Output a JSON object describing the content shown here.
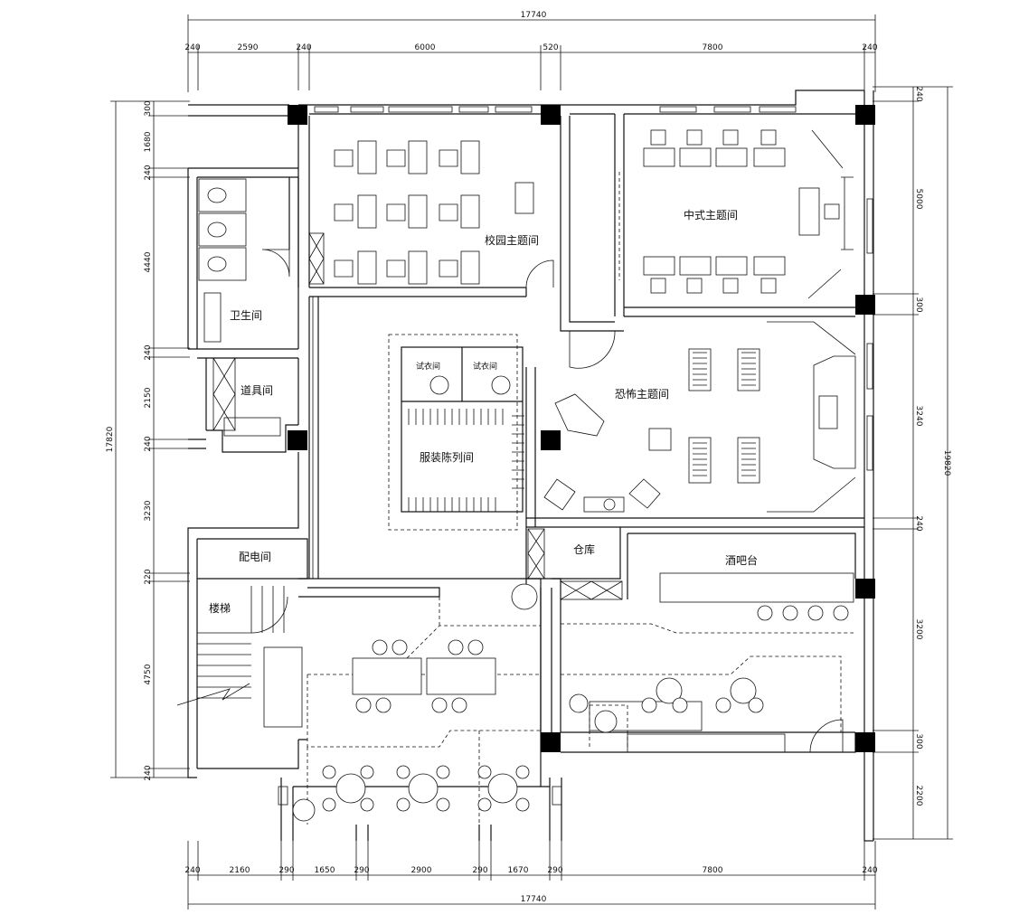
{
  "rooms": {
    "campus": "校园主题间",
    "chinese": "中式主题间",
    "toilet": "卫生间",
    "props": "道具间",
    "horror": "恐怖主题间",
    "costume": "服装陈列间",
    "power": "配电间",
    "storage": "仓库",
    "bar": "酒吧台",
    "stairs": "楼梯",
    "fitting": "试衣间"
  },
  "dimensions": {
    "top_total": "17740",
    "bottom_total": "17740",
    "top_segments": [
      "240",
      "2590",
      "240",
      "6000",
      "520",
      "7800",
      "240"
    ],
    "bottom_segments": [
      "240",
      "2160",
      "290",
      "1650",
      "290",
      "2900",
      "290",
      "1670",
      "290",
      "7800",
      "240"
    ],
    "left_total": "17820",
    "left_segments": [
      "300",
      "1680",
      "240",
      "4440",
      "240",
      "2150",
      "240",
      "3230",
      "220",
      "4750",
      "240"
    ],
    "right_total": "19820",
    "right_segments": [
      "240",
      "5000",
      "300",
      "3240",
      "240",
      "3200",
      "300",
      "2200"
    ]
  }
}
